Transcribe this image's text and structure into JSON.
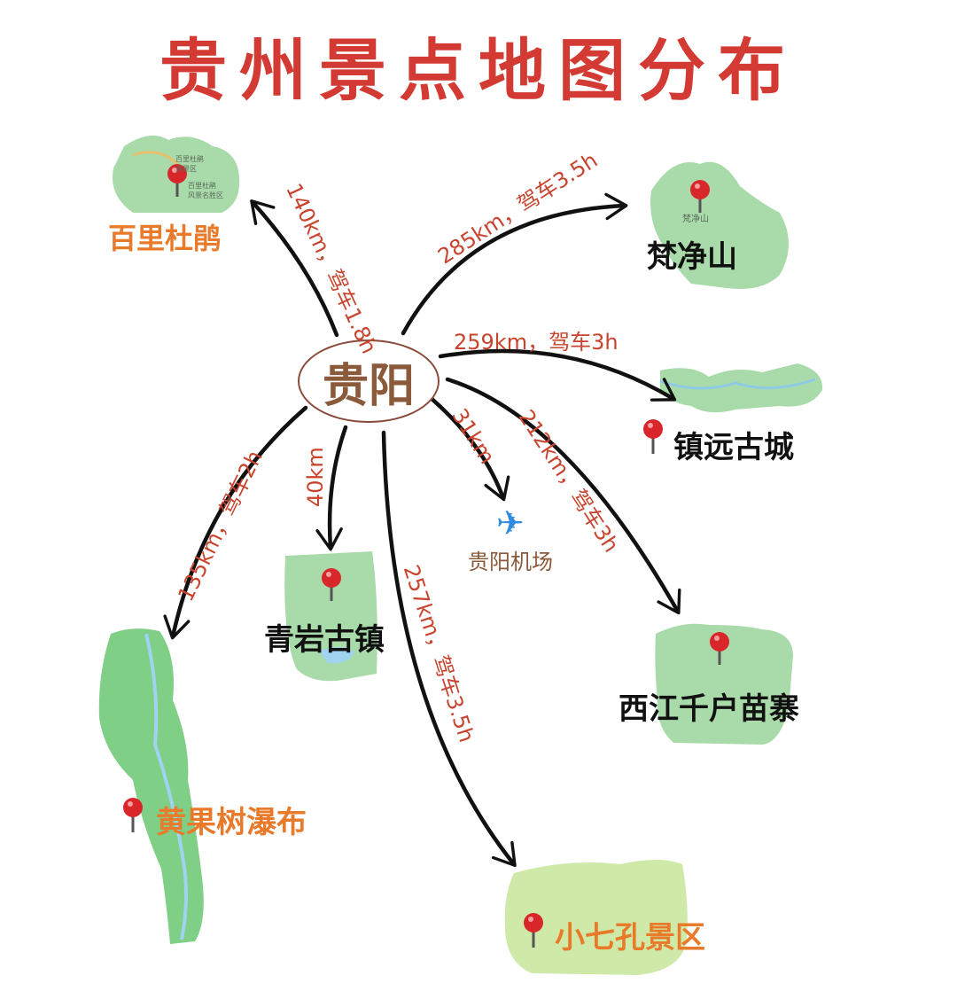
{
  "title": "贵州景点地图分布",
  "hub": "贵阳",
  "destinations": [
    {
      "key": "bailidujuan",
      "name": "百里杜鹃",
      "distance": "140km，驾车1.8h"
    },
    {
      "key": "fanjingshan",
      "name": "梵净山",
      "distance": "285km，驾车3.5h"
    },
    {
      "key": "zhenyuan",
      "name": "镇远古城",
      "distance": "259km，驾车3h"
    },
    {
      "key": "airport",
      "name": "贵阳机场",
      "distance": "31km"
    },
    {
      "key": "xijiang",
      "name": "西江千户苗寨",
      "distance": "212km，驾车3h"
    },
    {
      "key": "qingyan",
      "name": "青岩古镇",
      "distance": "40km"
    },
    {
      "key": "huangguoshu",
      "name": "黄果树瀑布",
      "distance": "135km，驾车2h"
    },
    {
      "key": "xiaoqikong",
      "name": "小七孔景区",
      "distance": "257km，驾车3.5h"
    }
  ],
  "map_thumbnail_text": {
    "bailidujuan_1": "百里杜鹃",
    "bailidujuan_2": "游景区",
    "bailidujuan_3": "百里杜鹃",
    "bailidujuan_4": "风景名胜区",
    "fanjingshan": "梵净山"
  },
  "colors": {
    "title": "#d23a33",
    "distance_label": "#c8442e",
    "orange_label": "#e87a2a",
    "map_green": "#a8dba9",
    "arrow": "#111111",
    "pin": "#d9262a"
  },
  "icons": {
    "pin": "map-pin-icon",
    "airport": "airplane-icon"
  }
}
